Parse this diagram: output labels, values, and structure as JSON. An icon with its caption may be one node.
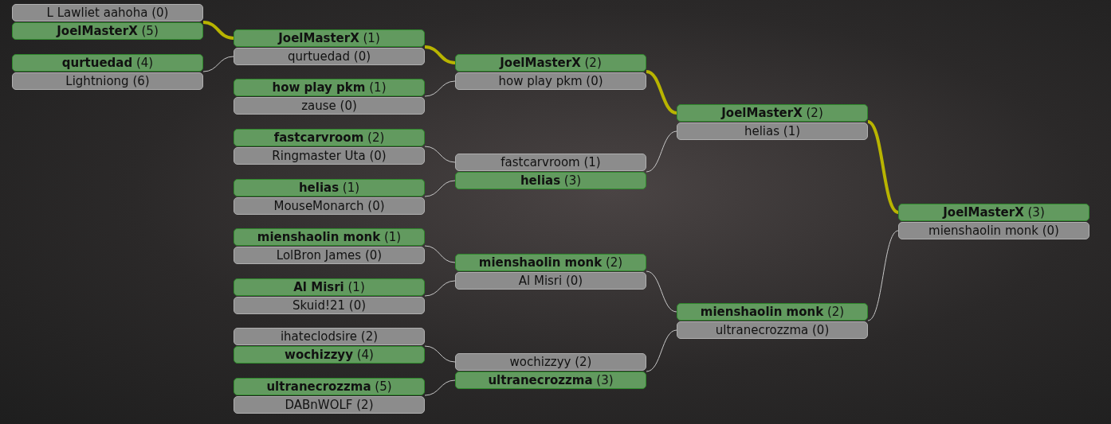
{
  "diagram": {
    "nodes": [
      {
        "text": [
          "L Lawliet aahoha (0)"
        ]
      },
      {
        "text": [
          "**JoelMasterX** (5)"
        ]
      },
      {
        "text": [
          "**qurtuedad** (4)"
        ]
      },
      {
        "text": [
          "Lightniong (6)"
        ]
      },
      {
        "text": [
          "**JoelMasterX** (1)"
        ]
      },
      {
        "text": [
          "qurtuedad (0)"
        ]
      },
      {
        "text": [
          "**how play pkm** (1)"
        ]
      },
      {
        "text": [
          "zause (0)"
        ]
      },
      {
        "text": [
          "**fastcarvroom** (2)"
        ]
      },
      {
        "text": [
          "Ringmaster Uta (0)"
        ]
      },
      {
        "text": [
          "**helias** (1)"
        ]
      },
      {
        "text": [
          "MouseMonarch (0)"
        ]
      },
      {
        "text": [
          "**mienshaolin monk** (1)"
        ]
      },
      {
        "text": [
          "LolBron James (0)"
        ]
      },
      {
        "text": [
          "**Al Misri** (1)"
        ]
      },
      {
        "text": [
          "Skuid!21 (0)"
        ]
      },
      {
        "text": [
          "ihateclodsire (2)"
        ]
      },
      {
        "text": [
          "**wochizzyy** (4)"
        ]
      },
      {
        "text": [
          "**ultranecrozzma** (5)"
        ]
      },
      {
        "text": [
          "DABnWOLF (2)"
        ]
      },
      {
        "text": [
          "**JoelMasterX** (2)"
        ]
      },
      {
        "text": [
          "how play pkm (0)"
        ]
      },
      {
        "text": [
          "fastcarvroom (1)"
        ]
      },
      {
        "text": [
          "**helias** (3)"
        ]
      },
      {
        "text": [
          "**mienshaolin monk** (2)"
        ]
      },
      {
        "text": [
          "Al Misri (0)"
        ]
      },
      {
        "text": [
          "wochizzyy (2)"
        ]
      },
      {
        "text": [
          "**ultranecrozzma** (3)"
        ]
      },
      {
        "text": [
          "**JoelMasterX** (2)"
        ]
      },
      {
        "text": [
          "helias (1)"
        ]
      },
      {
        "text": [
          "**mienshaolin monk** (2)"
        ]
      },
      {
        "text": [
          "ultranecrozzma (0)"
        ]
      },
      {
        "text": [
          "**JoelMasterX** (3)"
        ]
      },
      {
        "text": [
          "mienshaolin monk (0)"
        ]
      }
    ],
    "edges": [
      {
        "from": 1,
        "to": 4,
        "arrow": "none",
        "style": "thick",
        "color": "#b8b400"
      },
      {
        "from": 2,
        "to": 5,
        "arrow": "none"
      },
      {
        "from": 4,
        "to": 20,
        "arrow": "none",
        "style": "thick",
        "color": "#b8b400"
      },
      {
        "from": 6,
        "to": 21,
        "arrow": "none"
      },
      {
        "from": 8,
        "to": 22,
        "arrow": "none"
      },
      {
        "from": 10,
        "to": 23,
        "arrow": "none"
      },
      {
        "from": 12,
        "to": 24,
        "arrow": "none"
      },
      {
        "from": 14,
        "to": 25,
        "arrow": "none"
      },
      {
        "from": 17,
        "to": 26,
        "arrow": "none"
      },
      {
        "from": 18,
        "to": 27,
        "arrow": "none"
      },
      {
        "from": 20,
        "to": 28,
        "arrow": "none",
        "style": "thick",
        "color": "#b8b400"
      },
      {
        "from": 23,
        "to": 29,
        "arrow": "none"
      },
      {
        "from": 24,
        "to": 30,
        "arrow": "none"
      },
      {
        "from": 27,
        "to": 31,
        "arrow": "none"
      },
      {
        "from": 28,
        "to": 32,
        "arrow": "none",
        "style": "thick",
        "color": "#b8b400"
      },
      {
        "from": 30,
        "to": 33,
        "arrow": "none"
      }
    ]
  }
}
